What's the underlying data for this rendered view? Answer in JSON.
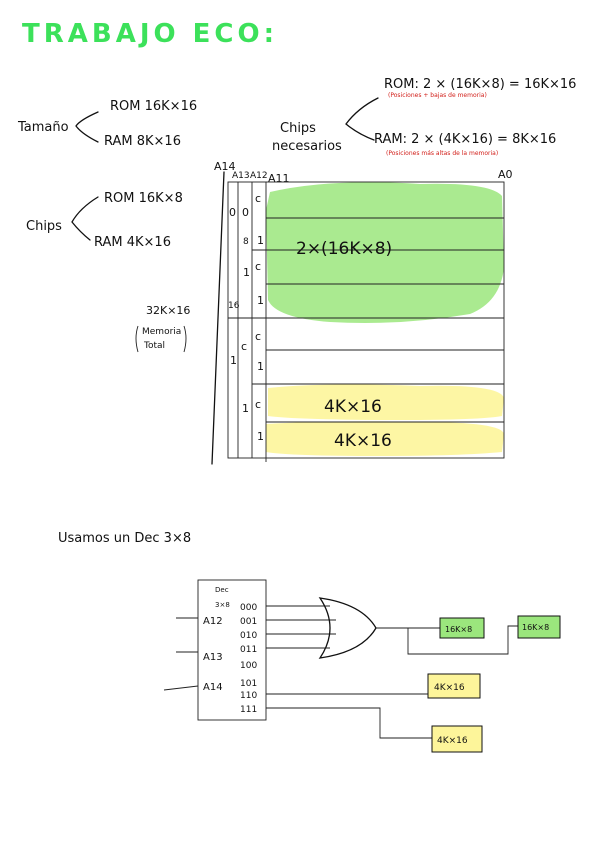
{
  "title": "TRABAJO ECO:",
  "sizes": {
    "label": "Tamaño",
    "rom": "ROM 16K×16",
    "ram": "RAM 8K×16"
  },
  "chips": {
    "label": "Chips",
    "rom": "ROM 16K×8",
    "ram": "RAM 4K×16"
  },
  "required": {
    "label_line1": "Chips",
    "label_line2": "necesarios",
    "rom": "ROM: 2 × (16K×8) = 16K×16",
    "rom_note": "(Posiciones + bajas de memoria)",
    "ram": "RAM: 2 × (4K×16) = 8K×16",
    "ram_note": "(Posiciones más altas de la memoria)"
  },
  "memory_map": {
    "a14": "A14",
    "a13": "A13",
    "a12": "A12",
    "a11": "A11",
    "a0": "A0",
    "total_size": "32K×16",
    "total_note_line1": "Memoria",
    "total_note_line2": "Total",
    "rom_block": "2×(16K×8)",
    "ram_block_1": "4K×16",
    "ram_block_2": "4K×16",
    "col_values": {
      "a14_top": "0",
      "a14_bottom": "1",
      "a13_top": "0",
      "a13_mid": "1",
      "a13_low_c": "c",
      "a13_low": "1",
      "a12_top_c": "c",
      "a12_top": "1",
      "a12_mid_c": "c",
      "a12_mid": "1",
      "a12_b1_c": "c",
      "a12_b1": "1",
      "a12_b2_c": "c",
      "a12_b2": "1",
      "eight": "8",
      "sixteen": "16"
    }
  },
  "decoder": {
    "caption": "Usamos un Dec 3×8",
    "block_title": "Dec",
    "block_size": "3×8",
    "inputs": [
      "A12",
      "A13",
      "A14"
    ],
    "outputs": [
      "000",
      "001",
      "010",
      "011",
      "100",
      "101",
      "110",
      "111"
    ],
    "rom_chip_1": "16K×8",
    "rom_chip_2": "16K×8",
    "ram_chip_1": "4K×16",
    "ram_chip_2": "4K×16"
  },
  "colors": {
    "title_green": "#3ce15a",
    "rom_highlight": "#9be67d",
    "ram_highlight": "#fdf59a",
    "note_red": "#d2201b"
  }
}
